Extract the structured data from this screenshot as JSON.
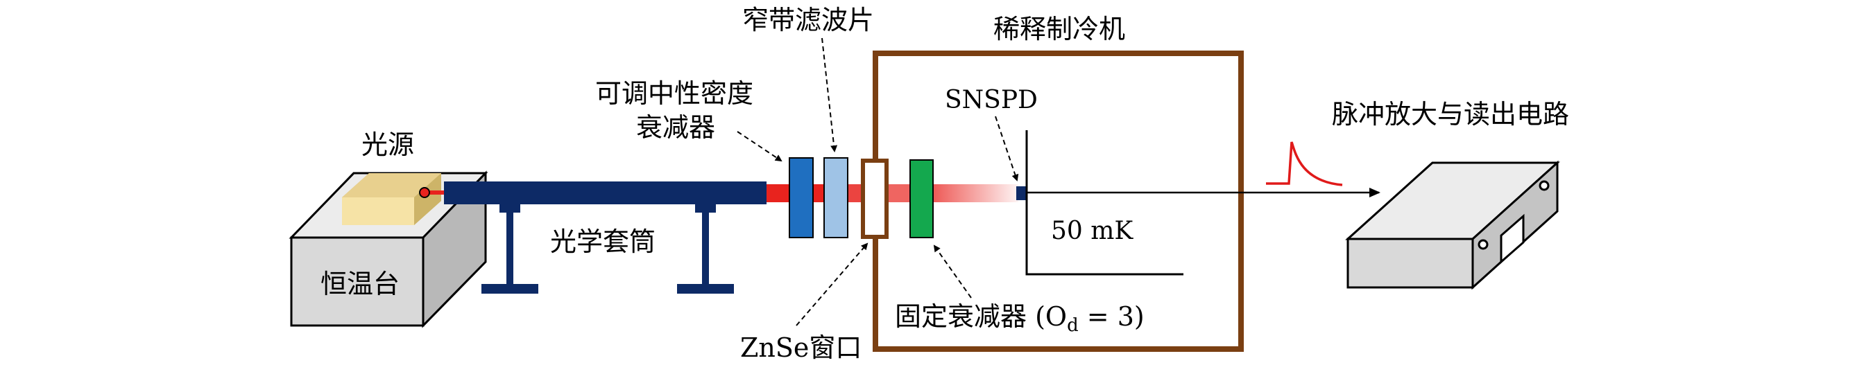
{
  "labels": {
    "light_source": "光源",
    "thermostat": "恒温台",
    "lens_tube": "光学套筒",
    "variable_attenuator_line1": "可调中性密度",
    "variable_attenuator_line2": "衰减器",
    "narrowband_filter": "窄带滤波片",
    "window": "ZnSe窗口",
    "fixed_attenuator": "固定衰减器 (O",
    "fixed_attenuator_sub": "d",
    "fixed_attenuator_tail": " = 3)",
    "fridge": "稀释制冷机",
    "detector": "SNSPD",
    "temperature": "50 mK",
    "readout": "脉冲放大与读出电路"
  },
  "colors": {
    "fridge_frame": "#7a3f12",
    "lens_tube": "#0d2a66",
    "laser": "#e8231e",
    "variable_attenuator": "#1f6fc0",
    "narrowband_filter": "#9fc3e6",
    "fixed_attenuator": "#14a84e",
    "source_top": "#f6e3a6",
    "box_face": "#d9d9d9",
    "pulse": "#e01a1a"
  }
}
